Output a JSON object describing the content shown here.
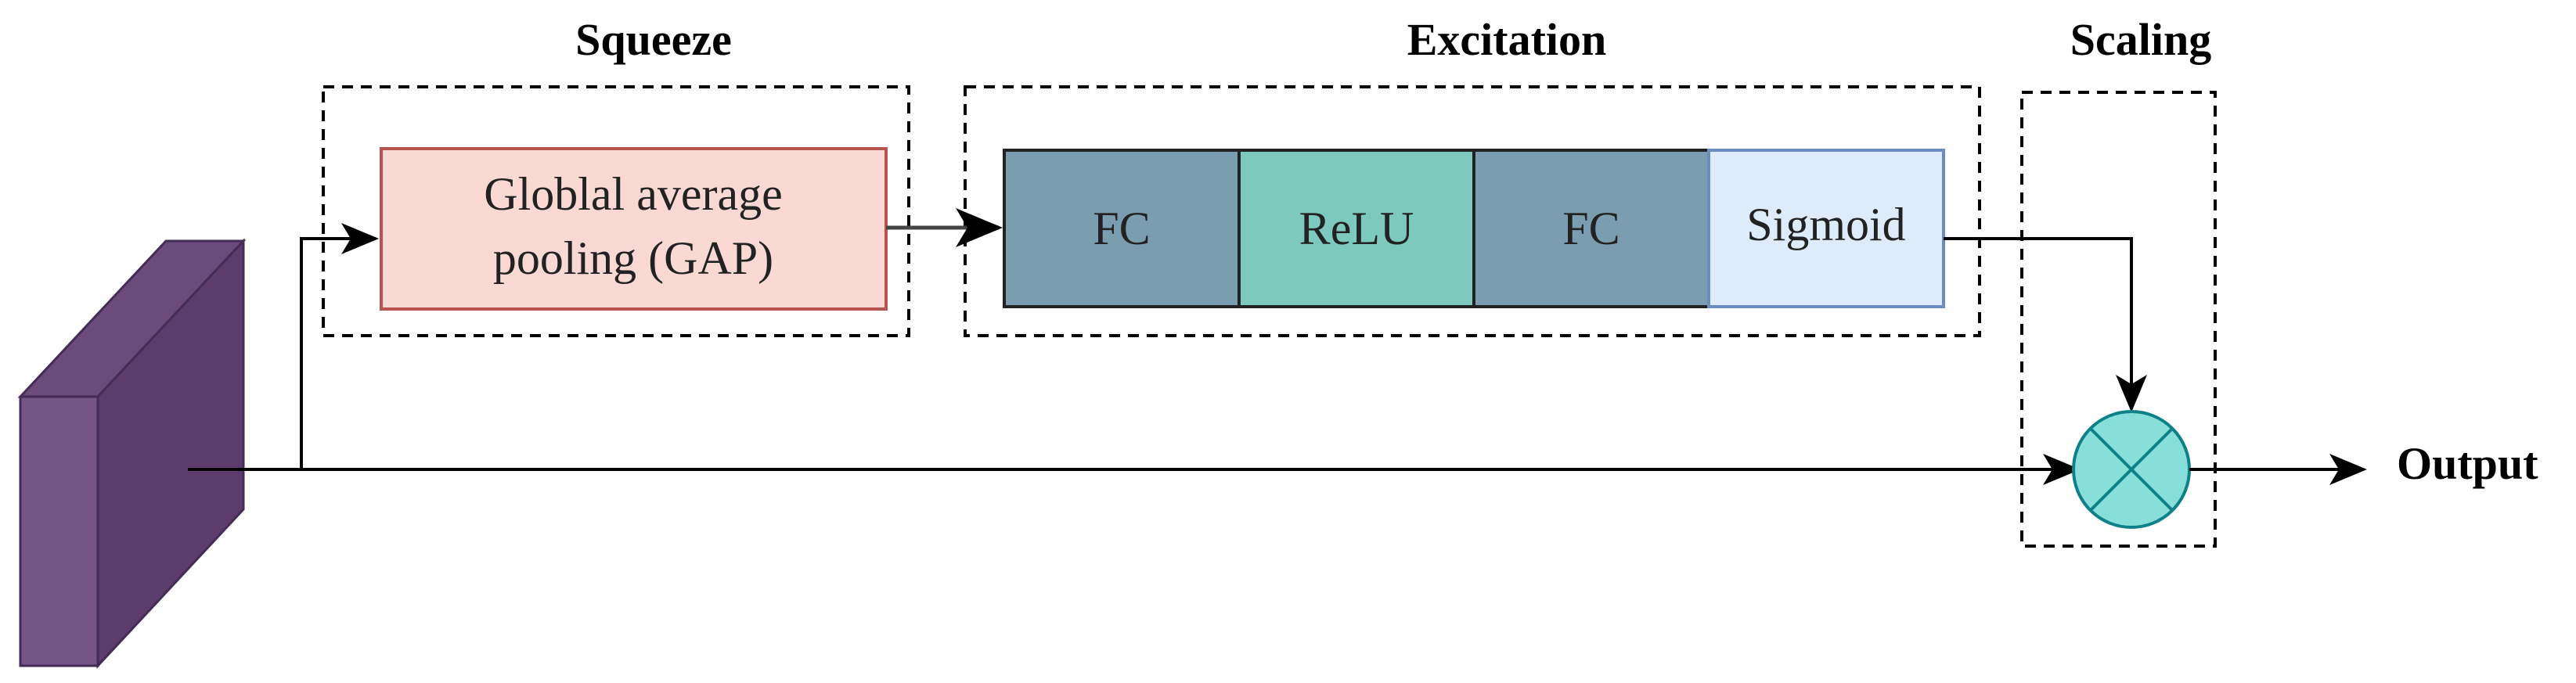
{
  "sections": {
    "squeeze": "Squeeze",
    "excitation": "Excitation",
    "scaling": "Scaling"
  },
  "gap_block": {
    "line1": "Globlal average",
    "line2": "pooling (GAP)"
  },
  "excitation_blocks": [
    "FC",
    "ReLU",
    "FC",
    "Sigmoid"
  ],
  "output_label": "Output",
  "icons": {
    "input": "feature-map-cuboid-icon",
    "scale": "circle-times-multiply-icon"
  },
  "colors": {
    "gap_fill": "#fad9d5",
    "gap_stroke": "#b85450",
    "fc_fill": "#7a9db0",
    "relu_fill": "#7ec9bd",
    "sigmoid_fill": "#ddebfb",
    "sigmoid_stroke": "#6c8ebf",
    "cuboid_front": "#765587",
    "cuboid_top": "#6b4a7c",
    "cuboid_side": "#5b3c6c",
    "cuboid_stroke": "#432d57",
    "multiply_fill": "#87dedb",
    "multiply_stroke": "#0e8088"
  }
}
